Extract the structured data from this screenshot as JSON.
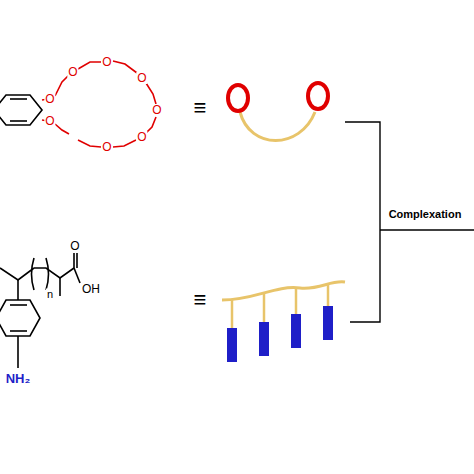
{
  "diagram": {
    "labels": [
      "O",
      "O",
      "O",
      "O",
      "O",
      "O",
      "O",
      "O",
      "≡",
      "n",
      "O",
      "OH",
      "NH₂",
      "≡",
      "Complexation"
    ]
  }
}
